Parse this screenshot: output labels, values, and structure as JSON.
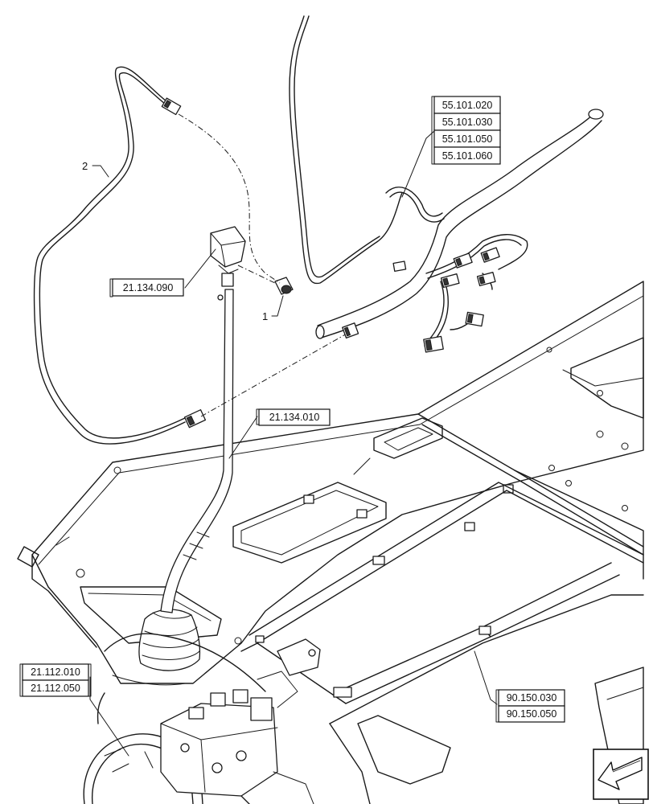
{
  "callouts": [
    {
      "id": "item-1",
      "label": "1"
    },
    {
      "id": "item-2",
      "label": "2"
    }
  ],
  "references": {
    "ref_21_134_090": "21.134.090",
    "ref_21_134_010": "21.134.010",
    "ref_21_112_010": "21.112.010",
    "ref_21_112_050": "21.112.050",
    "ref_55_101_020": "55.101.020",
    "ref_55_101_030": "55.101.030",
    "ref_55_101_050": "55.101.050",
    "ref_55_101_060": "55.101.060",
    "ref_90_150_030": "90.150.030",
    "ref_90_150_050": "90.150.050"
  },
  "icons": {
    "navigation": "view-direction-arrow-icon"
  },
  "colors": {
    "line": "#1a1a1a",
    "background": "#ffffff"
  }
}
